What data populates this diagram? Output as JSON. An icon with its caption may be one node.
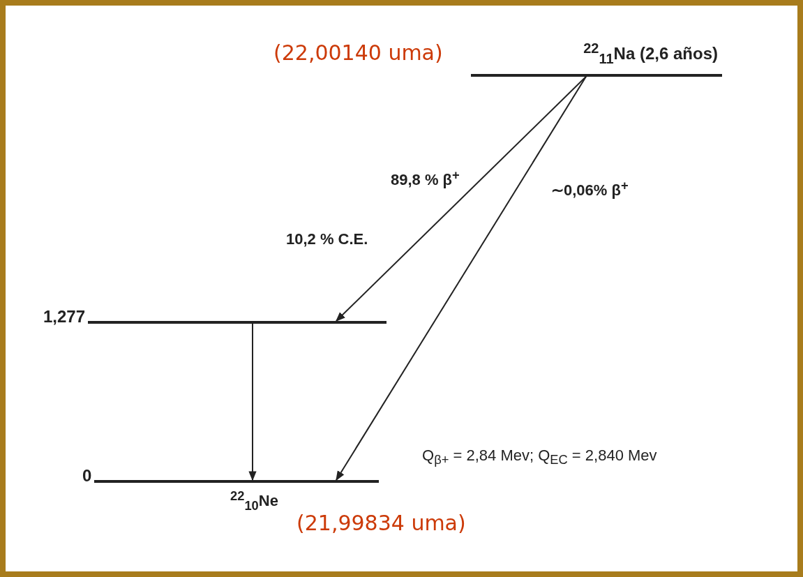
{
  "diagram": {
    "nodes": [
      {
        "text": [
          "$^{22}$$_{11}$Na (2,6 años)"
        ],
        "beside": [
          "(22,00140 uma)"
        ]
      },
      {
        "text": [
          "1,277"
        ]
      },
      {
        "text": [
          "0"
        ],
        "beside": [
          "$^{22}$$_{10}$Ne",
          "(21,99834 uma)"
        ]
      }
    ],
    "edges": [
      {
        "from": 0,
        "to": 1,
        "arrow": "to",
        "label": "89,8 % β$^{+}$"
      },
      {
        "from": 0,
        "to": 2,
        "arrow": "to",
        "label": "∼0,06% β$^{+}$"
      },
      {
        "from": 1,
        "to": 2,
        "arrow": "to"
      }
    ],
    "labels": [
      "10,2 % C.E.",
      "Q$_{β+}$ = 2,84 Mev; Q$_{EC}$ = 2,840 Mev"
    ]
  }
}
